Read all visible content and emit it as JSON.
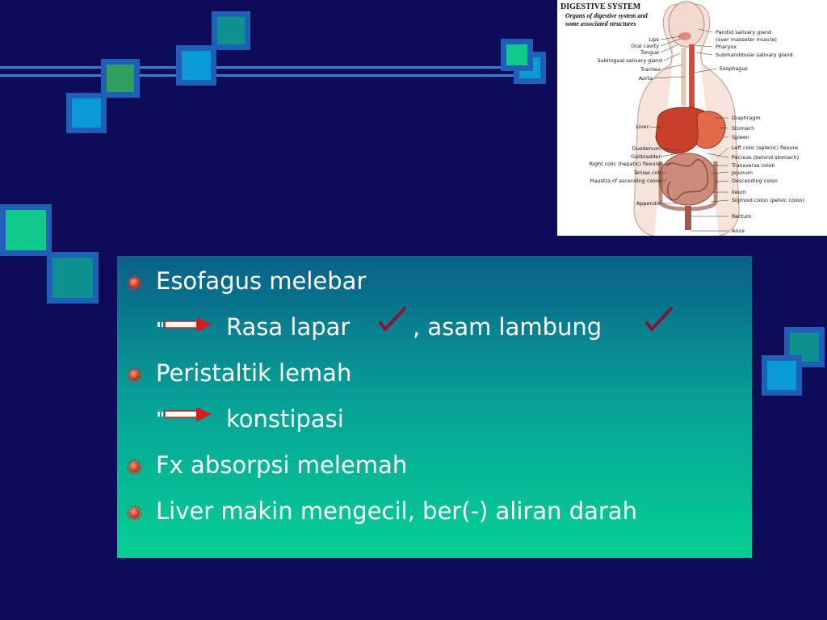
{
  "figure": {
    "title": "DIGESTIVE SYSTEM",
    "subtitle": "Organs of digestive system and some associated structures",
    "labels_left": [
      "Lips",
      "Oral cavity",
      "Tongue",
      "Sublingual salivary gland",
      "Trachea",
      "Aorta",
      "Liver",
      "Duodenum",
      "Gallbladder",
      "Right colic (hepatic) flexure",
      "Teniae coli",
      "Haustra of ascending colon",
      "Appendix"
    ],
    "labels_right": [
      "Parotid salivary gland",
      "(over masseter muscle)",
      "Pharynx",
      "Submandibular salivary gland",
      "Esophagus",
      "Diaphragm",
      "Stomach",
      "Spleen",
      "Left colic (splenic) flexure",
      "Pacreas (behind stomach)",
      "Transverse colon",
      "Jejunum",
      "Descending colon",
      "Ileum",
      "Sigmoid colon (pelvic colon)",
      "Rectum",
      "Anus"
    ]
  },
  "slide": {
    "bullets": [
      {
        "text": "Esofagus melebar"
      },
      {
        "text": "Peristaltik lemah"
      },
      {
        "text": "Fx absorpsi melemah"
      },
      {
        "text": "Liver makin mengecil, ber(-) aliran darah"
      }
    ],
    "sublines": [
      {
        "part1": "Rasa lapar",
        "part2": ", asam lambung"
      },
      {
        "part1": "konstipasi"
      }
    ]
  },
  "colors": {
    "background": "#0c0c58",
    "box_top": "#0a5f88",
    "box_bottom": "#05d095",
    "arrow": "#e01818",
    "down_marker": "#8a1530"
  }
}
